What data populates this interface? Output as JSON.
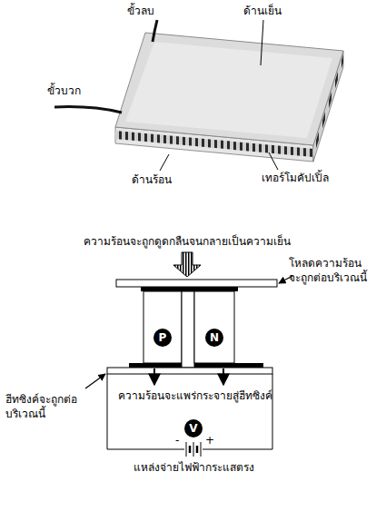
{
  "diagram": {
    "nodes": [
      {
        "text": [
          "P"
        ]
      },
      {
        "text": [
          "N"
        ]
      },
      {
        "text": [
          "V"
        ]
      }
    ],
    "labels": [
      "ขั้วลบ",
      "ด้านเย็น",
      "ขั้วบวก",
      "ด้านร้อน",
      "เทอร์โมคัปเปิ้ล",
      "ความร้อนจะถูกดูดกลืนจนกลายเป็นความเย็น",
      "โหลดความร้อน จะถูกต่อบริเวณนี้",
      "ความร้อนจะแพร่กระจายสู่ฮีทซิงค์",
      "ฮีทซิงค์จะถูกต่อ บริเวณนี้",
      "-",
      "+",
      "แหล่งจ่ายไฟฟ้ากระแสตรง"
    ]
  }
}
